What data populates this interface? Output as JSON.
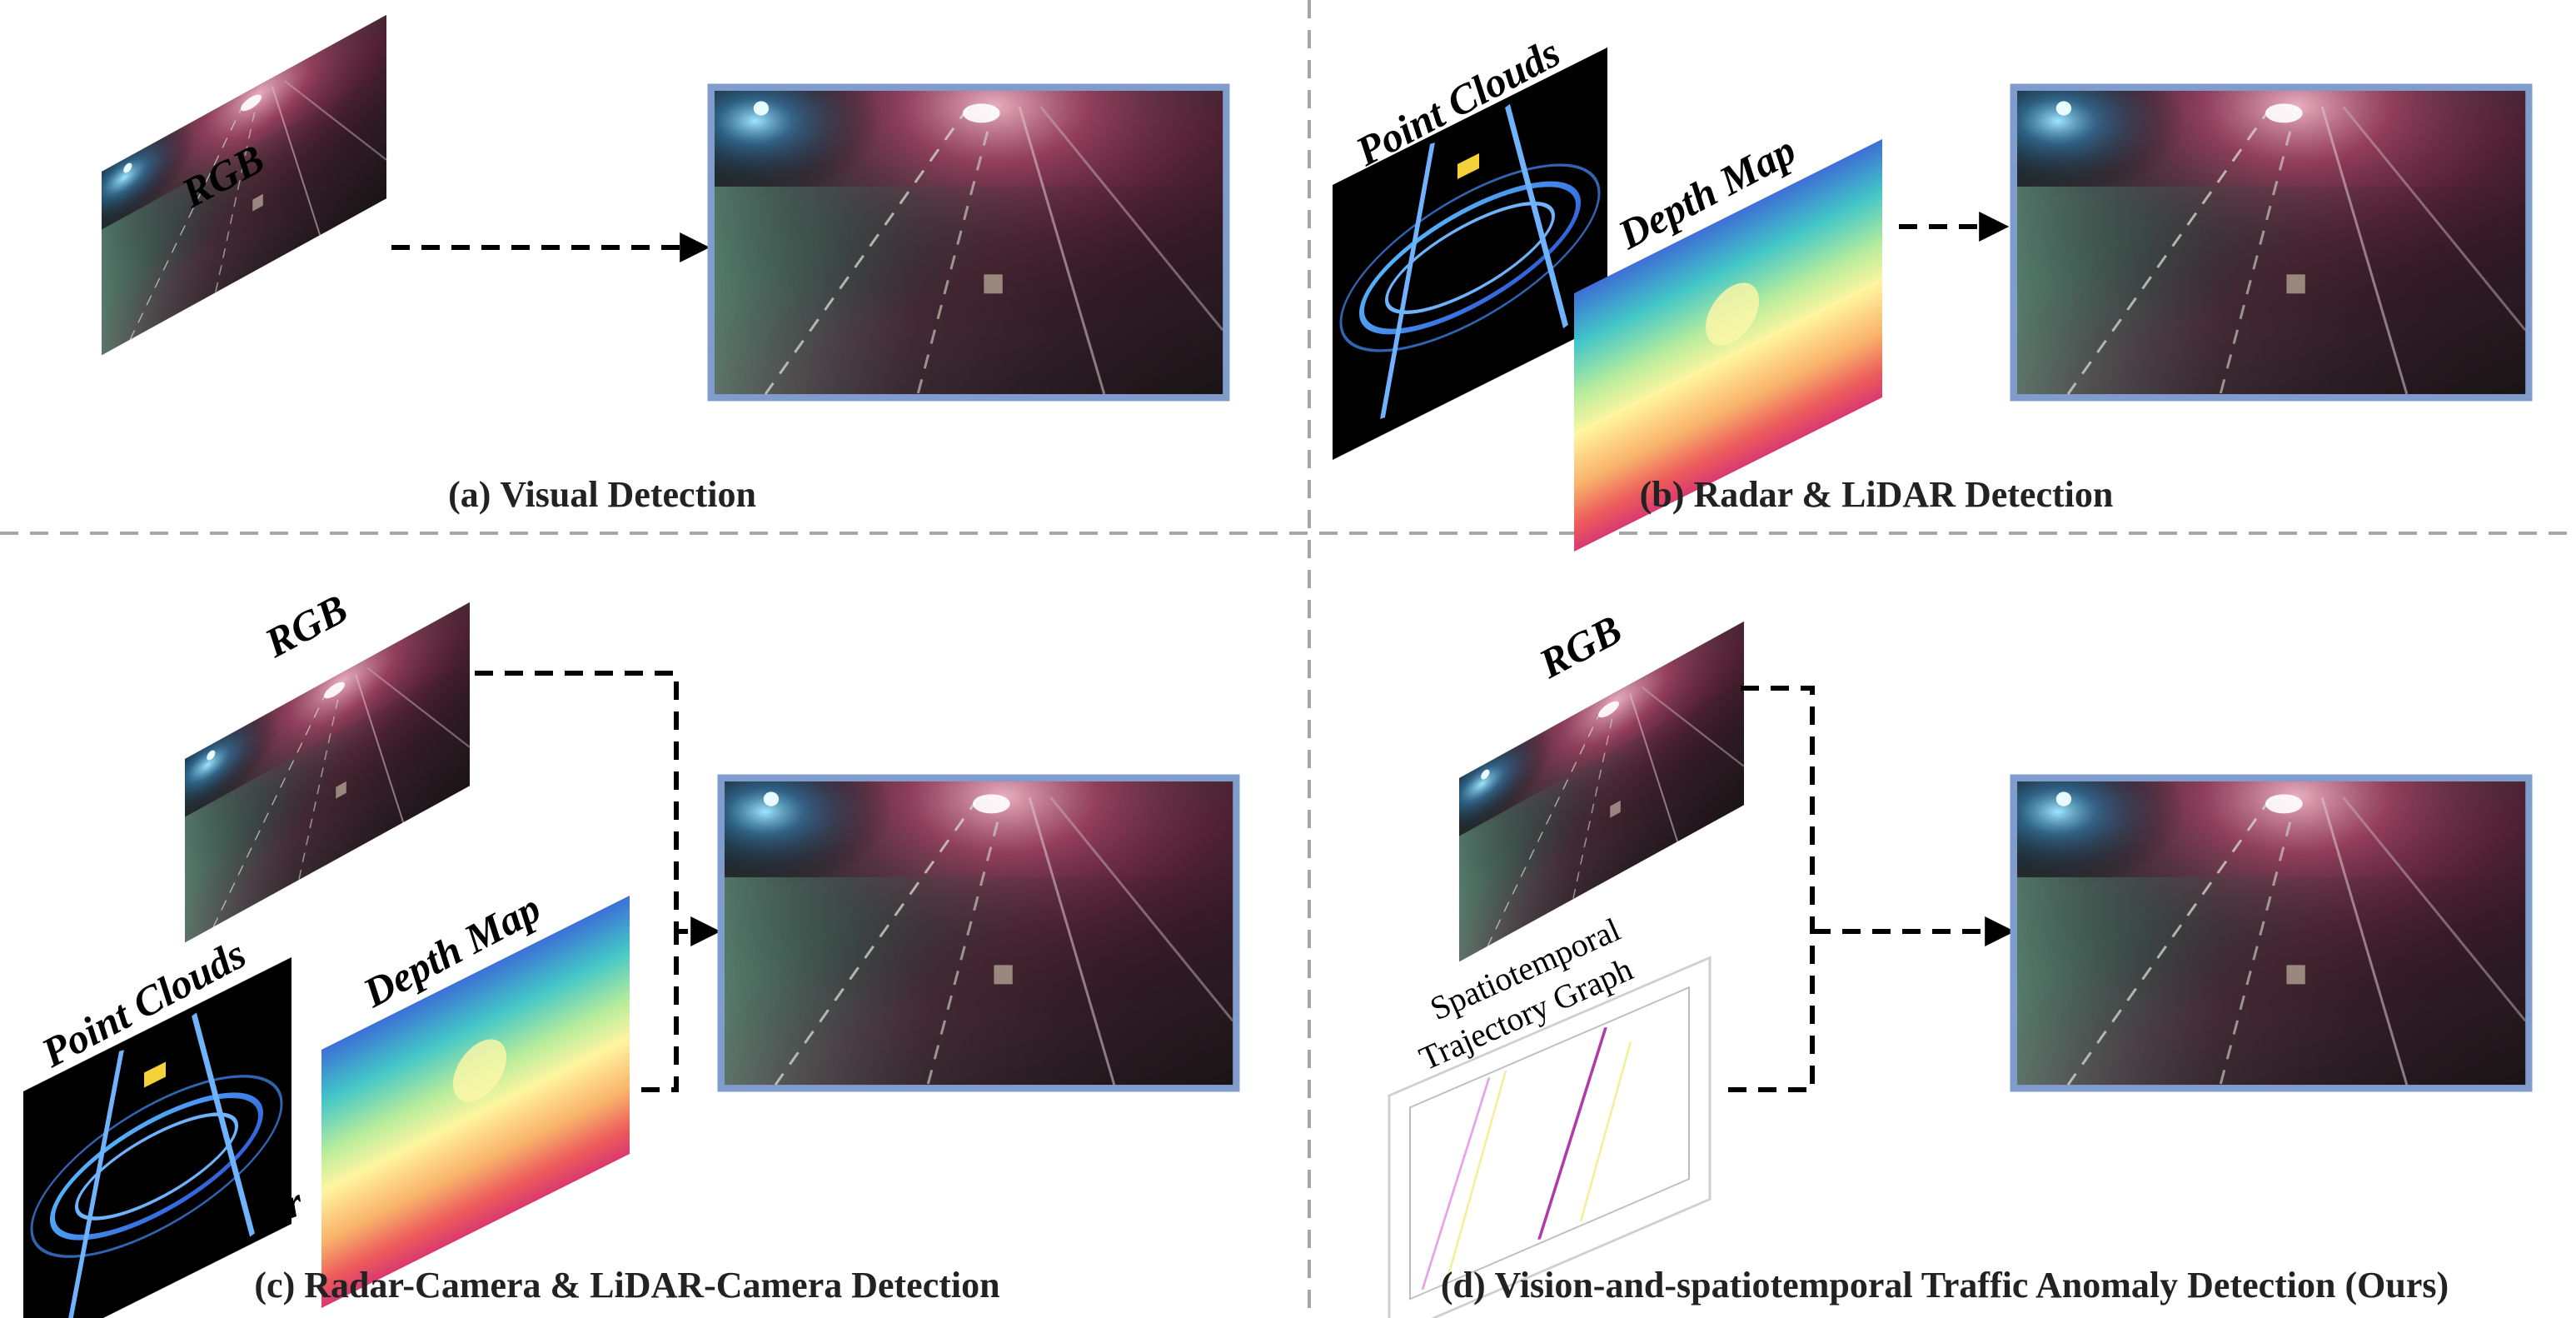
{
  "panels": [
    {
      "id": "a",
      "letter": "(a)",
      "title": "Visual Detection"
    },
    {
      "id": "b",
      "letter": "(b)",
      "title": "Radar & LiDAR Detection"
    },
    {
      "id": "c",
      "letter": "(c)",
      "title": "Radar-Camera & LiDAR-Camera Detection"
    },
    {
      "id": "d",
      "letter": "(d)",
      "title": "Vision-and-spatiotemporal Traffic Anomaly Detection (Ours)"
    }
  ],
  "labels": {
    "rgb": "RGB",
    "point_clouds": "Point Clouds",
    "depth_map": "Depth Map",
    "or": "Or",
    "st_line1": "Spatiotemporal",
    "st_line2": "Trajectory Graph"
  },
  "colors": {
    "frame_border": "#7f9ccd",
    "divider": "#a6a6a6",
    "arrow": "#000000"
  }
}
